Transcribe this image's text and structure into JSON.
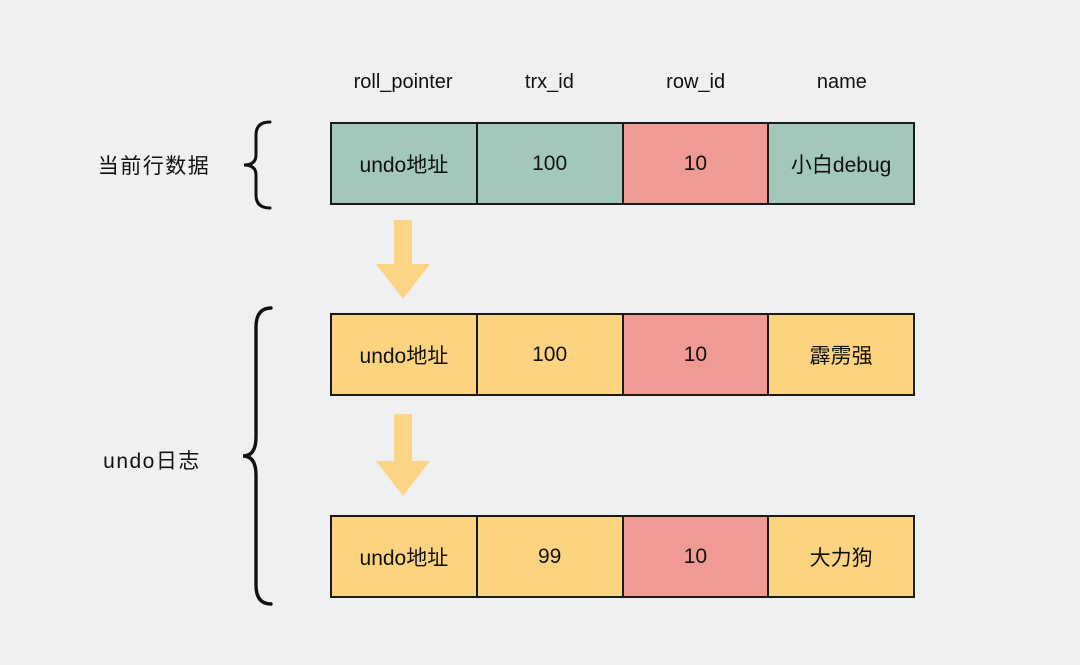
{
  "diagram": {
    "background": "#EFF0F2",
    "colors": {
      "teal": "#A2C8BC",
      "pink": "#F09A94",
      "yellow": "#FCD37E",
      "arrow": "#FCD584",
      "border": "#1A1A1A",
      "text": "#111111"
    },
    "headers": [
      "roll_pointer",
      "trx_id",
      "row_id",
      "name"
    ],
    "group_labels": {
      "current_row": "当前行数据",
      "undo_log": "undo日志"
    },
    "rows": [
      {
        "cells": [
          {
            "text": "undo地址",
            "color": "teal"
          },
          {
            "text": "100",
            "color": "teal"
          },
          {
            "text": "10",
            "color": "pink"
          },
          {
            "text": "小白debug",
            "color": "teal"
          }
        ]
      },
      {
        "cells": [
          {
            "text": "undo地址",
            "color": "yellow"
          },
          {
            "text": "100",
            "color": "yellow"
          },
          {
            "text": "10",
            "color": "pink"
          },
          {
            "text": "霹雳强",
            "color": "yellow"
          }
        ]
      },
      {
        "cells": [
          {
            "text": "undo地址",
            "color": "yellow"
          },
          {
            "text": "99",
            "color": "yellow"
          },
          {
            "text": "10",
            "color": "pink"
          },
          {
            "text": "大力狗",
            "color": "yellow"
          }
        ]
      }
    ]
  }
}
